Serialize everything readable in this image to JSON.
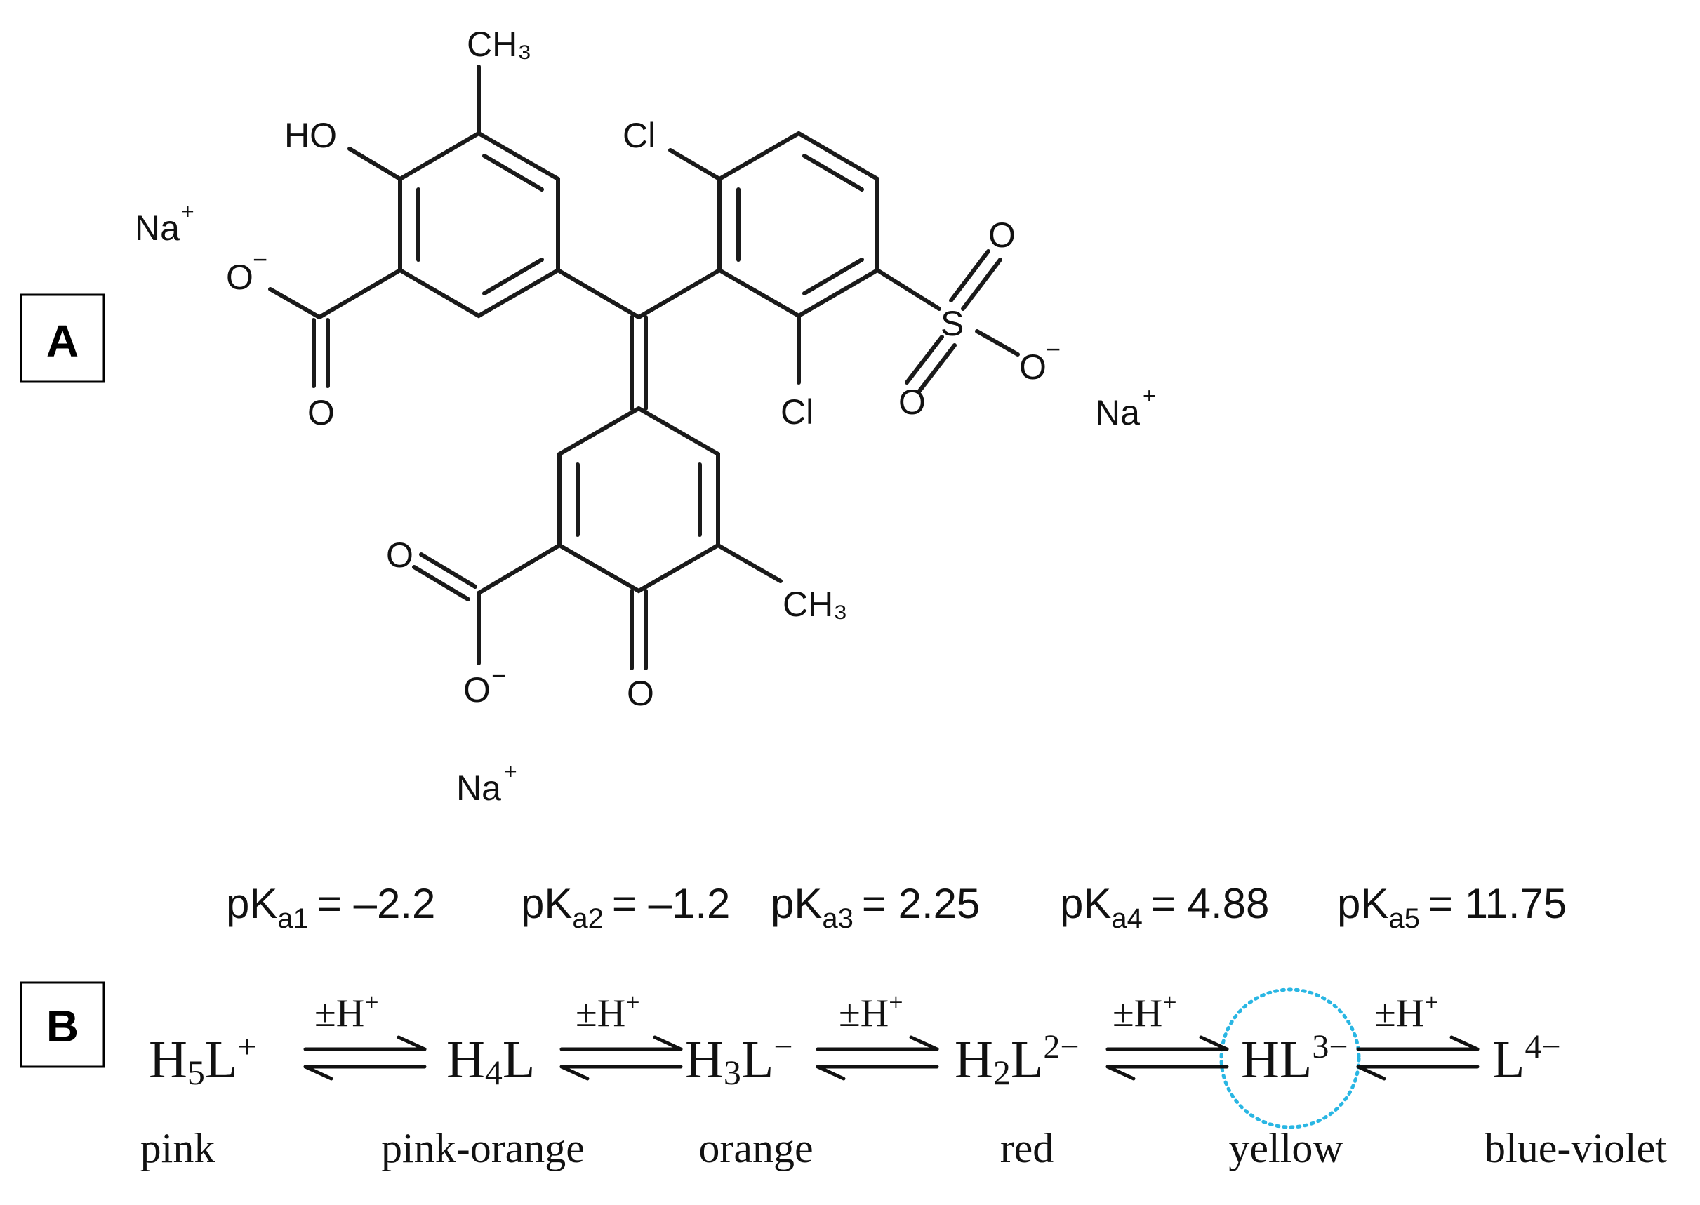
{
  "panel_a": {
    "label": "A",
    "atoms": {
      "ch3_top": "CH₃",
      "ho": "HO",
      "cl_top": "Cl",
      "na_left": "Na",
      "na_left_charge": "+",
      "o_left_minus": "O",
      "o_left_minus_charge": "−",
      "o_carbonyl_left": "O",
      "o_sulfonyl_top": "O",
      "s": "S",
      "o_sulfonate": "O",
      "o_sulfonate_charge": "−",
      "o_sulfonyl_bottom": "O",
      "cl_bottom": "Cl",
      "na_right": "Na",
      "na_right_charge": "+",
      "o_carbonyl_bottom": "O",
      "ch3_bottom": "CH₃",
      "o_bottom_minus": "O",
      "o_bottom_minus_charge": "−",
      "o_ketone": "O",
      "na_bottom": "Na",
      "na_bottom_charge": "+"
    }
  },
  "pka": {
    "items": [
      {
        "base": "pK",
        "sub": "a1",
        "value": "= –2.2"
      },
      {
        "base": "pK",
        "sub": "a2",
        "value": "= –1.2"
      },
      {
        "base": "pK",
        "sub": "a3",
        "value": "= 2.25"
      },
      {
        "base": "pK",
        "sub": "a4",
        "value": "= 4.88"
      },
      {
        "base": "pK",
        "sub": "a5",
        "value": "= 11.75"
      }
    ]
  },
  "panel_b": {
    "label": "B",
    "arrow_label": "±H",
    "arrow_label_sup": "+",
    "species": [
      {
        "base": "H",
        "sub": "5",
        "tail": "L",
        "sup": "+",
        "color_name": "pink"
      },
      {
        "base": "H",
        "sub": "4",
        "tail": "L",
        "sup": "",
        "color_name": "pink-orange"
      },
      {
        "base": "H",
        "sub": "3",
        "tail": "L",
        "sup": "−",
        "color_name": "orange"
      },
      {
        "base": "H",
        "sub": "2",
        "tail": "L",
        "sup": "2−",
        "color_name": "red"
      },
      {
        "base": "H",
        "sub": "",
        "tail": "L",
        "sup": "3−",
        "color_name": "yellow"
      },
      {
        "base": "",
        "sub": "",
        "tail": "L",
        "sup": "4−",
        "color_name": "blue-violet"
      }
    ],
    "highlight_color": "#29b6e3"
  }
}
